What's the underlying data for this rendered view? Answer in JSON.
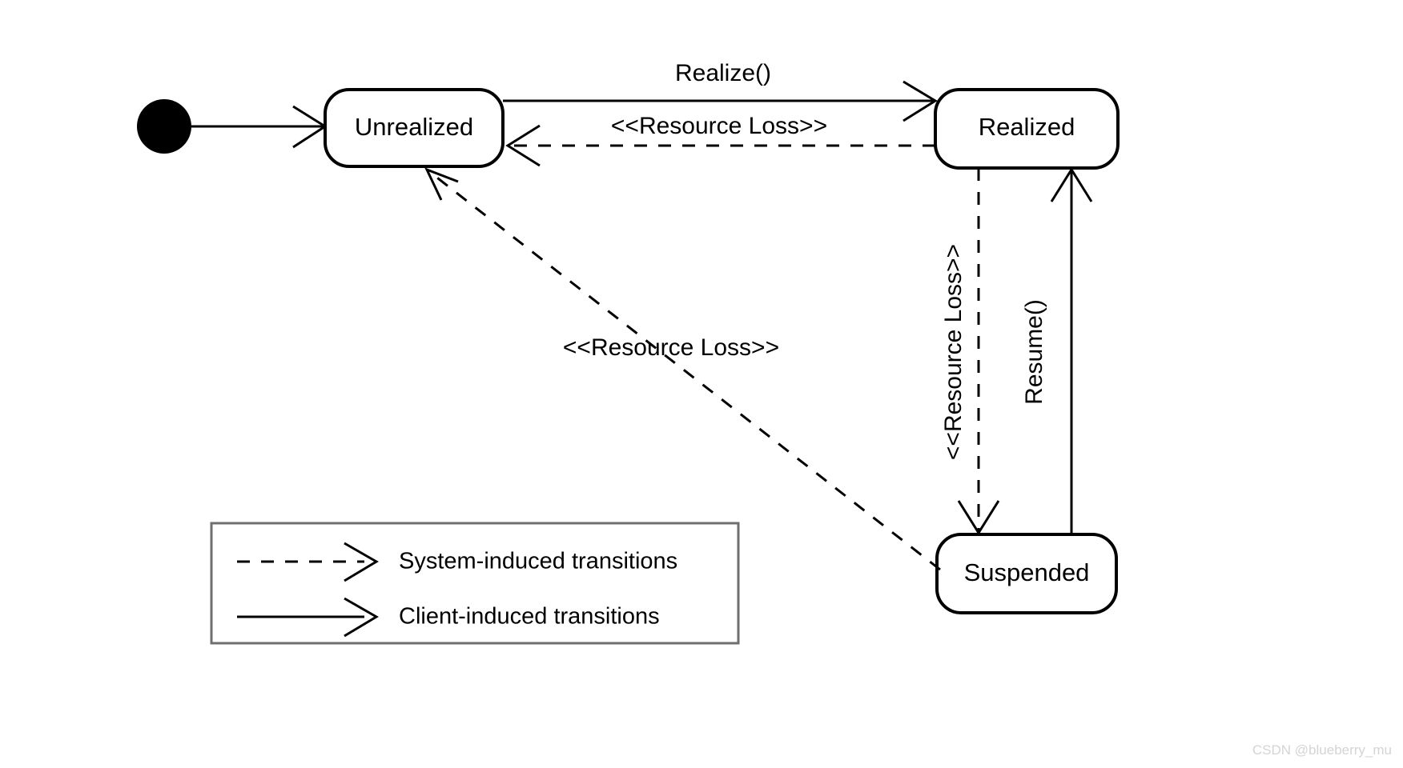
{
  "diagram": {
    "title": "UML state machine diagram",
    "colors": {
      "stroke": "#000000",
      "fill": "#ffffff",
      "legend_border": "#6f6f6f",
      "watermark": "#d4d4d4"
    },
    "states": [
      {
        "id": "unrealized",
        "label": "Unrealized"
      },
      {
        "id": "realized",
        "label": "Realized"
      },
      {
        "id": "suspended",
        "label": "Suspended"
      }
    ],
    "initial_state_node": "initial-state-marker",
    "transitions": [
      {
        "id": "t-realize",
        "from": "Unrealized",
        "to": "Realized",
        "label": "Realize()",
        "style": "solid",
        "kind": "client-induced"
      },
      {
        "id": "t-realized-to-unrealized",
        "from": "Realized",
        "to": "Unrealized",
        "label": "<<Resource Loss>>",
        "style": "dashed",
        "kind": "system-induced"
      },
      {
        "id": "t-realized-to-suspended",
        "from": "Realized",
        "to": "Suspended",
        "label": "<<Resource Loss>>",
        "style": "dashed",
        "kind": "system-induced"
      },
      {
        "id": "t-resume",
        "from": "Suspended",
        "to": "Realized",
        "label": "Resume()",
        "style": "solid",
        "kind": "client-induced"
      },
      {
        "id": "t-suspended-to-unrealized",
        "from": "Suspended",
        "to": "Unrealized",
        "label": "<<Resource Loss>>",
        "style": "dashed",
        "kind": "system-induced"
      },
      {
        "id": "t-initial",
        "from": "initial",
        "to": "Unrealized",
        "label": "",
        "style": "solid",
        "kind": "client-induced"
      }
    ],
    "legend": {
      "rows": [
        {
          "style": "dashed",
          "label": "System-induced transitions"
        },
        {
          "style": "solid",
          "label": "Client-induced transitions"
        }
      ]
    },
    "watermark": "CSDN @blueberry_mu"
  }
}
